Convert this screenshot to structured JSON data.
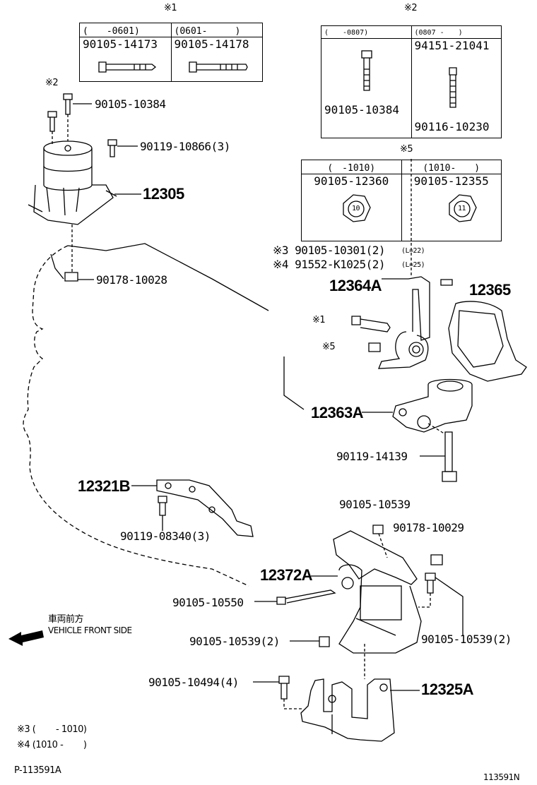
{
  "mark1": "※1",
  "mark2": "※2",
  "mark5": "※5",
  "table1": {
    "col_a_header": "(　　-0601)",
    "col_b_header": "(0601-　　　)",
    "col_a_part": "90105-14173",
    "col_b_part": "90105-14178"
  },
  "table2": {
    "col_a_header": "(　　-0807)",
    "col_b_header": "(0807 -　　)",
    "col_a_part": "90105-10384",
    "col_b_part_top": "94151-21041",
    "col_b_part_bottom": "90116-10230"
  },
  "table3": {
    "col_a_header": "(　-1010)",
    "col_b_header": "(1010-　　)",
    "col_a_part": "90105-12360",
    "col_b_part": "90105-12355",
    "col_a_nut_size": "10",
    "col_b_nut_size": "11"
  },
  "labels": {
    "l_mark2_left": "※2",
    "l_90105_10384": "90105-10384",
    "l_90119_10866": "90119-10866(3)",
    "l_12305": "12305",
    "l_90178_10028": "90178-10028",
    "l_mark3_pn": "※3 90105-10301(2)",
    "l_mark3_len": "(L=22)",
    "l_mark4_pn": "※4 91552-K1025(2)",
    "l_mark4_len": "(L=25)",
    "l_12364A": "12364A",
    "l_12365": "12365",
    "l_mark1_bolt": "※1",
    "l_mark5_nut": "※5",
    "l_12363A": "12363A",
    "l_90119_14139": "90119-14139",
    "l_12321B": "12321B",
    "l_90119_08340": "90119-08340(3)",
    "l_90105_10539_top": "90105-10539",
    "l_90178_10029": "90178-10029",
    "l_12372A": "12372A",
    "l_90105_10550": "90105-10550",
    "l_90105_10539_left": "90105-10539(2)",
    "l_90105_10539_right": "90105-10539(2)",
    "l_90105_10494": "90105-10494(4)",
    "l_12325A": "12325A"
  },
  "front": {
    "jp": "車両前方",
    "en": "VEHICLE FRONT SIDE"
  },
  "notes": {
    "n3": "※3 (　　 - 1010)",
    "n4": "※4 (1010 -　　 )"
  },
  "footer": {
    "left_code": "P-113591A",
    "right_code": "113591N"
  }
}
